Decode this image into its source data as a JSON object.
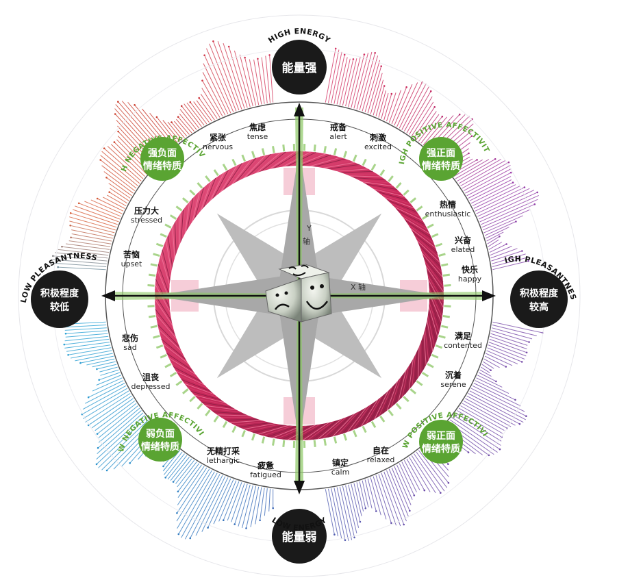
{
  "poles": {
    "top": {
      "en": "HIGH ENERGY",
      "cn": "能量强"
    },
    "bottom": {
      "en": "LOW ENERGY",
      "cn": "能量弱"
    },
    "left": {
      "en": "LOW PLEASANTNESS",
      "cn1": "积极程度",
      "cn2": "较低"
    },
    "right": {
      "en": "HIGH PLEASANTNESS",
      "cn1": "积极程度",
      "cn2": "较高"
    }
  },
  "quadrants": {
    "high_negative": {
      "en": "HIGH NEGATIVE AFFECTIVITY",
      "cn1": "强负面",
      "cn2": "情绪特质"
    },
    "high_positive": {
      "en": "HIGH POSITIVE AFFECTIVITY",
      "cn1": "强正面",
      "cn2": "情绪特质"
    },
    "low_negative": {
      "en": "LOW NEGATIVE AFFECTIVITY",
      "cn1": "弱负面",
      "cn2": "情绪特质"
    },
    "low_positive": {
      "en": "LOW POSITIVE AFFECTIVITY",
      "cn1": "弱正面",
      "cn2": "情绪特质"
    }
  },
  "axes": {
    "y": "Y",
    "y_cn": "轴",
    "x": "X 轴"
  },
  "emotions": [
    {
      "id": "nervous",
      "cn": "紧张",
      "en": "nervous"
    },
    {
      "id": "tense",
      "cn": "焦虑",
      "en": "tense"
    },
    {
      "id": "alert",
      "cn": "戒备",
      "en": "alert"
    },
    {
      "id": "excited",
      "cn": "刺激",
      "en": "excited"
    },
    {
      "id": "enthusiastic",
      "cn": "热情",
      "en": "enthusiastic"
    },
    {
      "id": "elated",
      "cn": "兴奋",
      "en": "elated"
    },
    {
      "id": "happy",
      "cn": "快乐",
      "en": "happy"
    },
    {
      "id": "contented",
      "cn": "满足",
      "en": "contented"
    },
    {
      "id": "serene",
      "cn": "沉着",
      "en": "serene"
    },
    {
      "id": "relaxed",
      "cn": "自在",
      "en": "relaxed"
    },
    {
      "id": "calm",
      "cn": "镇定",
      "en": "calm"
    },
    {
      "id": "fatigued",
      "cn": "疲惫",
      "en": "fatigued"
    },
    {
      "id": "lethargic",
      "cn": "无精打采",
      "en": "lethargic"
    },
    {
      "id": "depressed",
      "cn": "沮丧",
      "en": "depressed"
    },
    {
      "id": "sad",
      "cn": "悲伤",
      "en": "sad"
    },
    {
      "id": "upset",
      "cn": "苦恼",
      "en": "upset"
    },
    {
      "id": "stressed",
      "cn": "压力大",
      "en": "stressed"
    }
  ],
  "colors": {
    "green": "#5aa432",
    "dark": "#1a1a1a",
    "pink": "#d83a6a",
    "maroon": "#8a2a4a",
    "blue": "#2a8ac8",
    "purple": "#7a4aa8",
    "red": "#c8382a"
  }
}
